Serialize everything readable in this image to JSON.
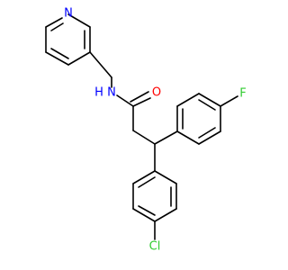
{
  "molecule": {
    "atoms": {
      "pyridine_n": {
        "symbol": "N",
        "color": "#0000ff"
      },
      "amide_n": {
        "symbol": "N",
        "color": "#0000ff"
      },
      "hydrogen": {
        "symbol": "H",
        "color": "#0000ff"
      },
      "oxygen": {
        "symbol": "O",
        "color": "#ff0000"
      },
      "fluorine": {
        "symbol": "F",
        "color": "#33cc33"
      },
      "chlorine": {
        "symbol": "Cl",
        "color": "#33cc33"
      }
    }
  }
}
